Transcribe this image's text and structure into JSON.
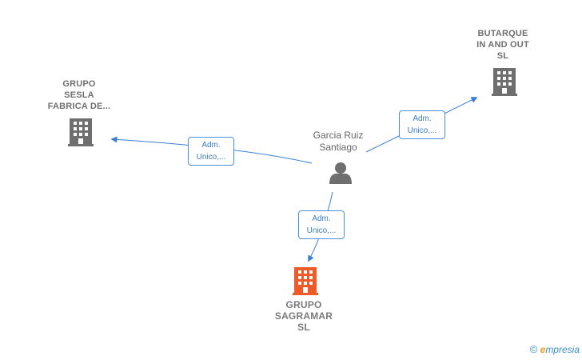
{
  "nodes": {
    "person": {
      "name_line1": "Garcia Ruiz",
      "name_line2": "Santiago"
    },
    "company_top_right": {
      "line1": "BUTARQUE",
      "line2": "IN AND OUT",
      "line3": "SL"
    },
    "company_left": {
      "line1": "GRUPO",
      "line2": "SESLA",
      "line3": "FABRICA DE..."
    },
    "company_main": {
      "line1": "GRUPO",
      "line2": "SAGRAMAR",
      "line3": "SL"
    }
  },
  "edges": [
    {
      "line1": "Adm.",
      "line2": "Unico,..."
    },
    {
      "line1": "Adm.",
      "line2": "Unico,..."
    },
    {
      "line1": "Adm.",
      "line2": "Unico,..."
    }
  ],
  "colors": {
    "edge": "#3a7fd5",
    "building_gray": "#6f6f6f",
    "building_main": "#f05a28",
    "person": "#6f6f6f"
  },
  "icons": {
    "building": "building-icon",
    "person": "person-icon"
  },
  "brand": {
    "copyright": "©",
    "e": "e",
    "name": "mpresia"
  }
}
